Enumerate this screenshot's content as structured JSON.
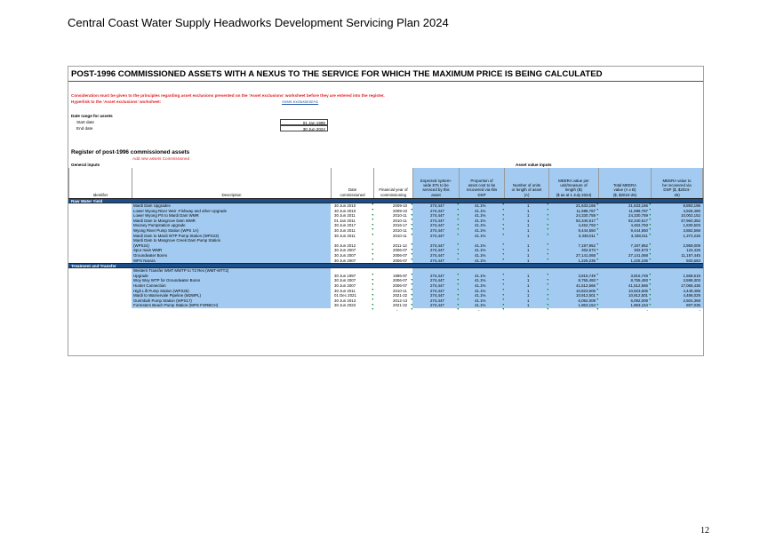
{
  "header": {
    "title": "Central Coast Water Supply Headworks Development Servicing Plan 2024"
  },
  "page_number": "12",
  "sheet": {
    "title": "POST-1996 COMMISSIONED ASSETS WITH A NEXUS TO THE SERVICE FOR WHICH THE MAXIMUM PRICE IS BEING CALCULATED",
    "notice_1": "Consideration must be given to the principles regarding asset exclusions presented on the 'Asset exclusions' worksheet before they are entered into the register.",
    "notice_2": "Hyperlink to the 'Asset exclusions' worksheet:",
    "link_text": "Asset exclusions!A1",
    "date_range_label": "Date range for assets",
    "start_label": "Start date",
    "start_value": "01 Jan 1996",
    "end_label": "End date",
    "end_value": "30 Jun 2024",
    "register_title": "Register of post-1996 commissioned assets",
    "add_new": "Add new assets Commissioned",
    "general_inputs": "General inputs",
    "asset_value_inputs": "Asset value inputs"
  },
  "columns": [
    "Identifier",
    "Description",
    "Date commissioned",
    "Financial year of commissioning",
    "Expected system-wide ETs to be serviced by this asset",
    "Proportion of asset cost to be recovered via this DSP",
    "Number of units or length of asset (A)",
    "MEERA value per unit/measure of length (B) ($ as at 1 July 2024)",
    "Total MEERA value (A x B) ($, $2024-25)",
    "MEERA value to be recovered via DSP ($, $2024-25)"
  ],
  "columns_display": [
    [
      "Identifier"
    ],
    [
      "Description"
    ],
    [
      "Date",
      "commissioned"
    ],
    [
      "Financial year of",
      "commissioning"
    ],
    [
      "Expected system-",
      "wide ETs to be",
      "serviced by this",
      "asset"
    ],
    [
      "Proportion of",
      "asset cost to be",
      "recovered via this",
      "DSP"
    ],
    [
      "Number of units",
      "or length of asset",
      "(A)"
    ],
    [
      "MEERA value per",
      "unit/measure of",
      "length (B)",
      "($ as at 1 July 2024)"
    ],
    [
      "Total MEERA",
      "value (A x B)",
      "($, $2024-25)"
    ],
    [
      "MEERA value to",
      "be recovered via",
      "DSP ($, $2024-",
      "25)"
    ]
  ],
  "sections": [
    {
      "label": "Raw Water Yield",
      "rows": [
        {
          "desc": "Mardi Dam Upgrades",
          "date": "30 Jun 2010",
          "fy": "2009-10",
          "ets": "274,447",
          "prop": "41.1%",
          "units": "1",
          "meera": "21,633,166",
          "total": "21,633,166",
          "dsp": "8,893,196"
        },
        {
          "desc": "Lower Wyong River Weir -Fishway and other Upgrade",
          "date": "30 Jun 2010",
          "fy": "2009-10",
          "ets": "274,447",
          "prop": "41.1%",
          "units": "1",
          "meera": "11,988,787",
          "total": "11,988,787",
          "dsp": "4,928,480"
        },
        {
          "desc": "Lower Wyong PS to Mardi Dam WMR",
          "date": "30 Jun 2011",
          "fy": "2010-11",
          "ets": "274,447",
          "prop": "41.1%",
          "units": "1",
          "meera": "24,330,759",
          "total": "24,330,759",
          "dsp": "10,002,152"
        },
        {
          "desc": "Mardi Dam to Mangrove Dam WMR",
          "date": "01 Jan 2011",
          "fy": "2010-11",
          "ets": "274,447",
          "prop": "41.1%",
          "units": "1",
          "meera": "92,340,517",
          "total": "92,340,517",
          "dsp": "37,960,382"
        },
        {
          "desc": "Mooney Pumpstation upgrade",
          "date": "30 Jun 2017",
          "fy": "2016-17",
          "ets": "274,447",
          "prop": "41.1%",
          "units": "1",
          "meera": "4,452,793",
          "total": "4,452,793",
          "dsp": "1,830,503"
        },
        {
          "desc": "Wyong River Pump Station (WPS 1A)",
          "date": "30 Jun 2011",
          "fy": "2010-11",
          "ets": "274,447",
          "prop": "41.1%",
          "units": "1",
          "meera": "9,444,550",
          "total": "9,444,550",
          "dsp": "3,882,568"
        },
        {
          "desc": "Mardi Dam to Mardi WTP Pump Station (WPS23)",
          "date": "30 Jun 2011",
          "fy": "2010-11",
          "ets": "274,447",
          "prop": "41.1%",
          "units": "1",
          "meera": "3,338,011",
          "total": "3,338,011",
          "dsp": "1,372,226"
        },
        {
          "desc": "Mardi Dam to Mangrove Creek Dam Pump Station",
          "desc2": "(WPS24)",
          "date": "30 Jun 2012",
          "fy": "2011-12",
          "ets": "274,447",
          "prop": "41.1%",
          "units": "1",
          "meera": "7,197,952",
          "total": "7,197,952",
          "dsp": "2,959,009"
        },
        {
          "desc": "Spur main WMR",
          "date": "30 Jun 2007",
          "fy": "2006-07",
          "ets": "274,447",
          "prop": "41.1%",
          "units": "1",
          "meera": "302,573",
          "total": "302,573",
          "dsp": "124,426"
        },
        {
          "desc": "Groundwater  Bores",
          "date": "30 Jun 2007",
          "fy": "2006-07",
          "ets": "274,447",
          "prop": "41.1%",
          "units": "1",
          "meera": "27,141,068",
          "total": "27,141,068",
          "dsp": "11,157,445"
        },
        {
          "desc": "WPS Narara",
          "date": "30 Jun 2007",
          "fy": "2006-07",
          "ets": "274,447",
          "prop": "41.1%",
          "units": "1",
          "meera": "1,225,236",
          "total": "1,225,236",
          "dsp": "503,683"
        }
      ]
    },
    {
      "label": "Treatment and Transfer",
      "rows": [
        {
          "desc": "Western Transfer WMT MWTP to T2 Res (WMT-MTT2)",
          "desc2": "Upgrade",
          "date": "30 Jun 1997",
          "fy": "1996-97",
          "ets": "274,447",
          "prop": "41.1%",
          "units": "1",
          "meera": "3,815,749",
          "total": "3,815,749",
          "dsp": "1,568,619"
        },
        {
          "desc": "Woy Woy WTP for Groundwater Bores",
          "date": "30 Jun 2007",
          "fy": "2006-07",
          "ets": "274,447",
          "prop": "41.1%",
          "units": "1",
          "meera": "8,755,493",
          "total": "8,755,493",
          "dsp": "3,599,303"
        },
        {
          "desc": "Hunter Connection",
          "date": "30 Jun 2007",
          "fy": "2006-07",
          "ets": "274,447",
          "prop": "41.1%",
          "units": "1",
          "meera": "41,512,566",
          "total": "41,512,566",
          "dsp": "17,065,436"
        },
        {
          "desc": "High Lift Pump Station (WPS25)",
          "date": "30 Jun 2011",
          "fy": "2010-11",
          "ets": "274,447",
          "prop": "41.1%",
          "units": "1",
          "meera": "10,823,605",
          "total": "10,823,605",
          "dsp": "4,449,485"
        },
        {
          "desc": "Mardi to Warnervale Pipeline (M2WPL)",
          "date": "01 Dec 2021",
          "fy": "2021-22",
          "ets": "274,447",
          "prop": "41.1%",
          "units": "1",
          "meera": "10,912,501",
          "total": "10,912,501",
          "dsp": "4,486,029"
        },
        {
          "desc": "Ourimbah Pump Station (WPS17)",
          "date": "30 Jun 2013",
          "fy": "2012-13",
          "ets": "274,447",
          "prop": "41.1%",
          "units": "1",
          "meera": "6,092,009",
          "total": "6,092,009",
          "dsp": "2,504,369"
        },
        {
          "desc": "Forresters Beach Pump Station (WPS FORBCH)",
          "date": "30 Jun 2022",
          "fy": "2021-22",
          "ets": "274,447",
          "prop": "41.1%",
          "units": "1",
          "meera": "1,963,154",
          "total": "1,963,154",
          "dsp": "807,035"
        }
      ]
    }
  ],
  "trailing_row": {
    "fy": "-",
    "prop": "-",
    "total": "-",
    "dsp": "-"
  }
}
